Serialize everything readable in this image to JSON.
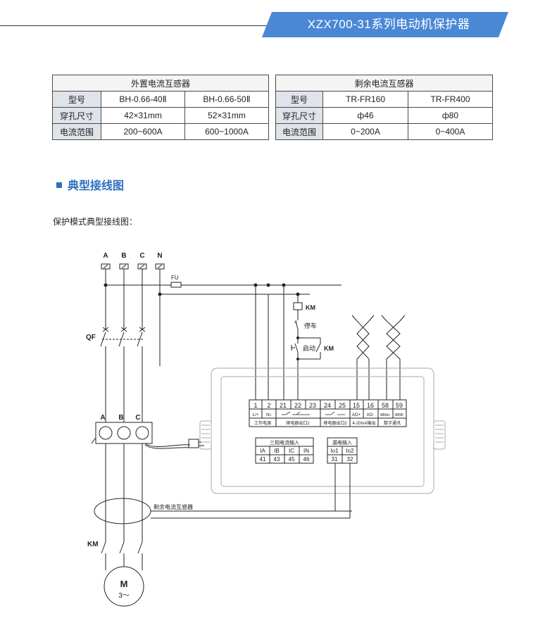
{
  "header": {
    "title": "XZX700-31系列电动机保护器",
    "banner_color": "#4a88d6"
  },
  "table_left": {
    "caption": "外置电流互感器",
    "rows": [
      [
        "型号",
        "BH-0.66-40Ⅱ",
        "BH-0.66-50Ⅱ"
      ],
      [
        "穿孔尺寸",
        "42×31mm",
        "52×31mm"
      ],
      [
        "电流范围",
        "200~600A",
        "600~1000A"
      ]
    ]
  },
  "table_right": {
    "caption": "剩余电流互感器",
    "rows": [
      [
        "型号",
        "TR-FR160",
        "TR-FR400"
      ],
      [
        "穿孔尺寸",
        "ф46",
        "ф80"
      ],
      [
        "电流范围",
        "0~200A",
        "0~400A"
      ]
    ]
  },
  "section": {
    "title": "典型接线图",
    "accent": "#2f6fc0"
  },
  "subtitle": "保护模式典型接线图：",
  "diagram": {
    "phases": [
      "A",
      "B",
      "C",
      "N"
    ],
    "qf": "QF",
    "fu": "FU",
    "km": "KM",
    "stop": "停车",
    "start": "启动",
    "km2": "KM",
    "ct_labels": [
      "A",
      "B",
      "C"
    ],
    "residual_ct": "剩余电流互感器",
    "motor": "M",
    "motor_sub": "3～",
    "km_bottom": "KM",
    "terminals": [
      "1",
      "2",
      "21",
      "22",
      "23",
      "24",
      "25",
      "15",
      "16",
      "58",
      "59"
    ],
    "terminal_sub": [
      "L/+",
      "N/-",
      "",
      "",
      "",
      "",
      "",
      "AO+",
      "AO-",
      "485A+",
      "485B-"
    ],
    "groups": [
      "工作电源",
      "继电器出口1",
      "继电器出口2",
      "4-20mA输出",
      "数字通讯"
    ],
    "three_phase_title": "三相电流输入",
    "three_phase_labels": [
      "IA",
      "IB",
      "IC",
      "IN"
    ],
    "three_phase_nums": [
      "41",
      "43",
      "45",
      "46"
    ],
    "leak_title": "漏电输入",
    "leak_labels": [
      "Io1",
      "Io2"
    ],
    "leak_nums": [
      "31",
      "32"
    ]
  }
}
